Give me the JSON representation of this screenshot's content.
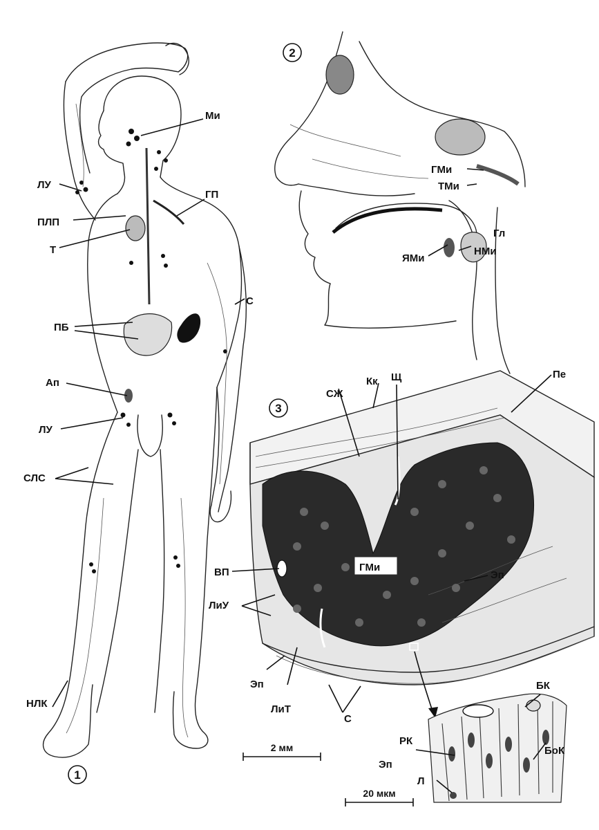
{
  "panels": {
    "p1": "1",
    "p2": "2",
    "p3": "3"
  },
  "labels": {
    "mi": "Ми",
    "lu_top": "ЛУ",
    "gp": "ГП",
    "plp": "ПЛП",
    "t": "Т",
    "s_arm": "С",
    "pb": "ПБ",
    "ap": "Ап",
    "lu_bottom": "ЛУ",
    "sls": "СЛС",
    "nlk": "НЛК",
    "gmi_nose": "ГМи",
    "tmi": "ТМи",
    "gl": "Гл",
    "yami": "ЯМи",
    "nmi": "НМи",
    "shch": "Щ",
    "pe": "Пе",
    "szh": "СЖ",
    "kk": "Кк",
    "vp": "ВП",
    "gmi_tissue": "ГМи",
    "ep_right": "Эп",
    "liu": "ЛиУ",
    "ep_left": "Эп",
    "lit": "ЛиТ",
    "s_tissue": "С",
    "bk": "БК",
    "rk": "РК",
    "bok": "БоК",
    "ep_cells": "Эп",
    "l": "Л"
  },
  "scales": {
    "mm": "2 мм",
    "um": "20 мкм"
  }
}
